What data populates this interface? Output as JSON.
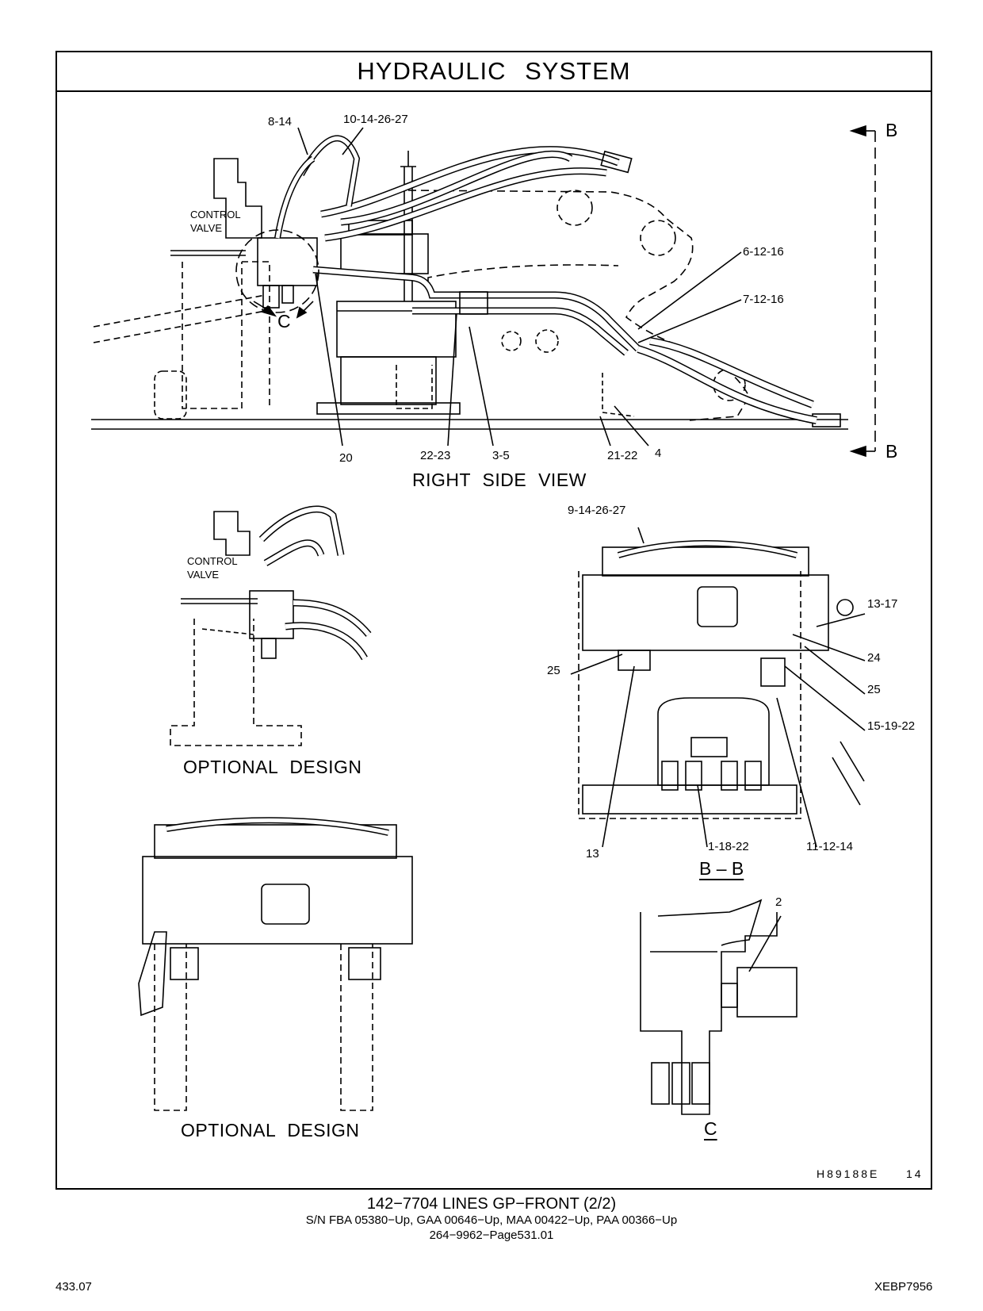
{
  "header": {
    "title": "HYDRAULIC SYSTEM"
  },
  "views": {
    "right_side": {
      "caption": "RIGHT SIDE VIEW",
      "control_valve_label": "CONTROL\nVALVE",
      "section_marker": "B",
      "detail_marker": "C",
      "callouts": [
        "8-14",
        "10-14-26-27",
        "6-12-16",
        "7-12-16",
        "20",
        "22-23",
        "3-5",
        "21-22",
        "4"
      ]
    },
    "optional_design_1": {
      "caption": "OPTIONAL DESIGN",
      "control_valve_label": "CONTROL\nVALVE"
    },
    "section_b": {
      "caption": "B – B",
      "callouts": [
        "9-14-26-27",
        "13-17",
        "25",
        "24",
        "25",
        "15-19-22",
        "13",
        "1-18-22",
        "11-12-14"
      ]
    },
    "optional_design_2": {
      "caption": "OPTIONAL DESIGN"
    },
    "detail_c": {
      "caption": "C",
      "callouts": [
        "2"
      ]
    }
  },
  "illustration_code": "H89188E",
  "illustration_number": "14",
  "footer": {
    "group_title": "142−7704  LINES GP−FRONT (2/2)",
    "serials": "S/N FBA 05380−Up, GAA 00646−Up, MAA 00422−Up, PAA 00366−Up",
    "page_ref": "264−9962−Page531.01"
  },
  "page_number_left": "433.07",
  "document_id": "XEBP7956"
}
